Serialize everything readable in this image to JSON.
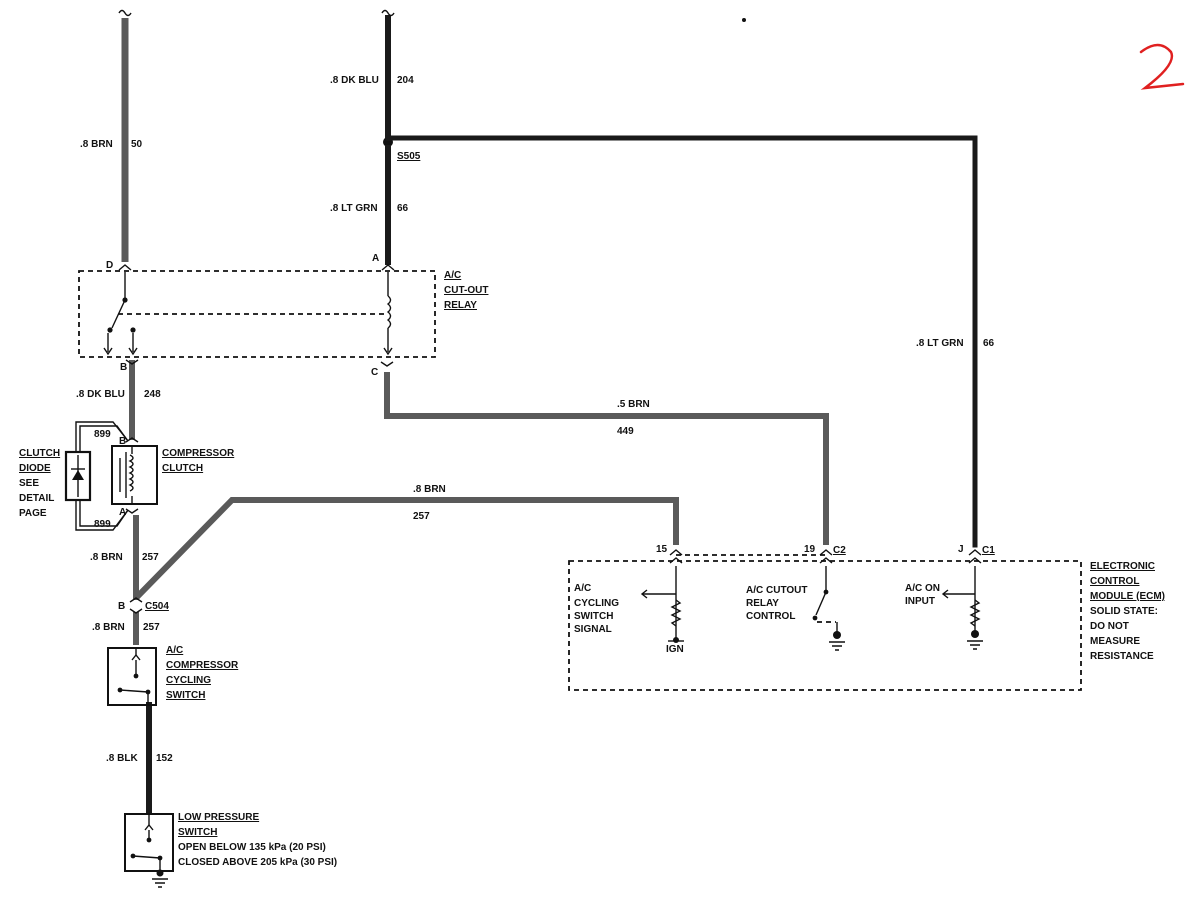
{
  "wires": {
    "w50": {
      "size": ".8 BRN",
      "circuit": "50"
    },
    "w204": {
      "size": ".8 DK BLU",
      "circuit": "204"
    },
    "w66_top": {
      "size": ".8 LT GRN",
      "circuit": "66"
    },
    "w66_right": {
      "size": ".8 LT GRN",
      "circuit": "66"
    },
    "w248": {
      "size": ".8 DK BLU",
      "circuit": "248"
    },
    "w449": {
      "size": ".5 BRN",
      "circuit": "449"
    },
    "w257_top": {
      "size": ".8 BRN",
      "circuit": "257"
    },
    "w257_mid": {
      "size": ".8 BRN",
      "circuit": "257"
    },
    "w257_low": {
      "size": ".8 BRN",
      "circuit": "257"
    },
    "w152": {
      "size": ".8 BLK",
      "circuit": "152"
    },
    "w899_top": {
      "circuit": "899"
    },
    "w899_bot": {
      "circuit": "899"
    }
  },
  "splice": "S505",
  "connectors": {
    "c504": "C504",
    "c2": "C2",
    "c1": "C1"
  },
  "pins": {
    "relay_d": "D",
    "relay_a": "A",
    "relay_b": "B",
    "relay_c": "C",
    "clutch_b": "B",
    "clutch_a": "A",
    "c504_b": "B",
    "ecm_15": "15",
    "ecm_19": "19",
    "ecm_j": "J"
  },
  "components": {
    "relay": [
      "A/C",
      "CUT-OUT",
      "RELAY"
    ],
    "clutch": [
      "COMPRESSOR",
      "CLUTCH"
    ],
    "diode": [
      "CLUTCH",
      "DIODE",
      "SEE",
      "DETAIL",
      "PAGE"
    ],
    "cycling_switch": [
      "A/C",
      "COMPRESSOR",
      "CYCLING",
      "SWITCH"
    ],
    "low_pressure": {
      "title": [
        "LOW PRESSURE",
        "SWITCH"
      ],
      "notes": [
        "OPEN BELOW 135 kPa (20 PSI)",
        "CLOSED ABOVE 205 kPa (30 PSI)"
      ]
    },
    "ecm": {
      "title": [
        "ELECTRONIC",
        "CONTROL",
        "MODULE (ECM)"
      ],
      "notes": [
        "SOLID STATE:",
        "DO NOT",
        "MEASURE",
        "RESISTANCE"
      ],
      "inputs": {
        "cycling_signal": [
          "A/C",
          "CYCLING",
          "SWITCH",
          "SIGNAL"
        ],
        "ign": "IGN",
        "relay_control": [
          "A/C CUTOUT",
          "RELAY",
          "CONTROL"
        ],
        "ac_on": [
          "A/C ON",
          "INPUT"
        ]
      }
    }
  },
  "page_mark": "2",
  "colors": {
    "ink": "#111111",
    "mark": "#e02020"
  }
}
